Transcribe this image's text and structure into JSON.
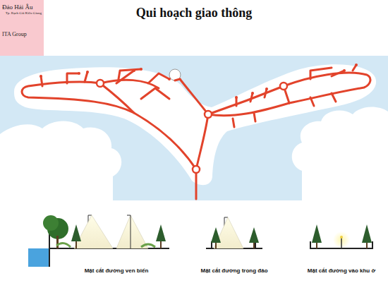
{
  "diagram": {
    "title": "Qui hoạch giao thông",
    "nodes": [
      {
        "text": [
          "Đảo Hải Âu",
          "Tp. Rạch Giá Kiên Giang",
          "ITA Group"
        ]
      }
    ],
    "labels": [
      "Mặt cắt đường ven biển",
      "Mặt cắt đường trong đảo",
      "Mặt cắt đường vào khu ở"
    ]
  }
}
